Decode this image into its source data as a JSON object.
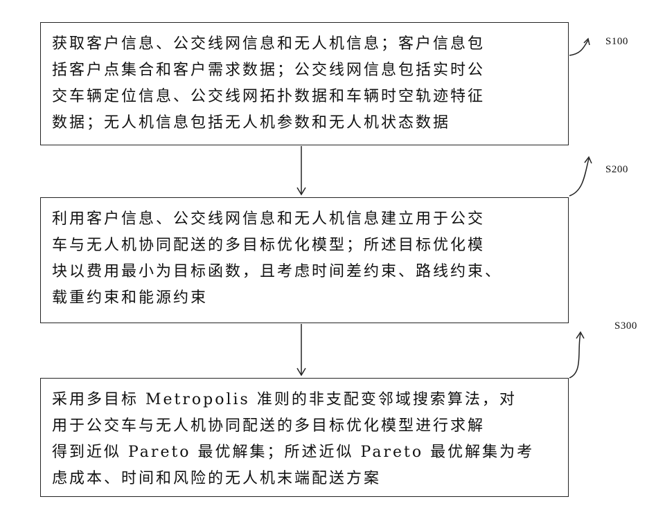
{
  "steps": [
    {
      "label": "S100",
      "text": "获取客户信息、公交线网信息和无人机信息；客户信息包\n括客户点集合和客户需求数据；公交线网信息包括实时公\n交车辆定位信息、公交线网拓扑数据和车辆时空轨迹特征\n数据；无人机信息包括无人机参数和无人机状态数据"
    },
    {
      "label": "S200",
      "text": "利用客户信息、公交线网信息和无人机信息建立用于公交\n车与无人机协同配送的多目标优化模型；所述目标优化模\n块以费用最小为目标函数，且考虑时间差约束、路线约束、\n载重约束和能源约束"
    },
    {
      "label": "S300",
      "text": "采用多目标 Metropolis 准则的非支配变邻域搜索算法，对\n用于公交车与无人机协同配送的多目标优化模型进行求解\n得到近似 Pareto 最优解集；所述近似 Pareto 最优解集为考\n虑成本、时间和风险的无人机末端配送方案"
    }
  ]
}
